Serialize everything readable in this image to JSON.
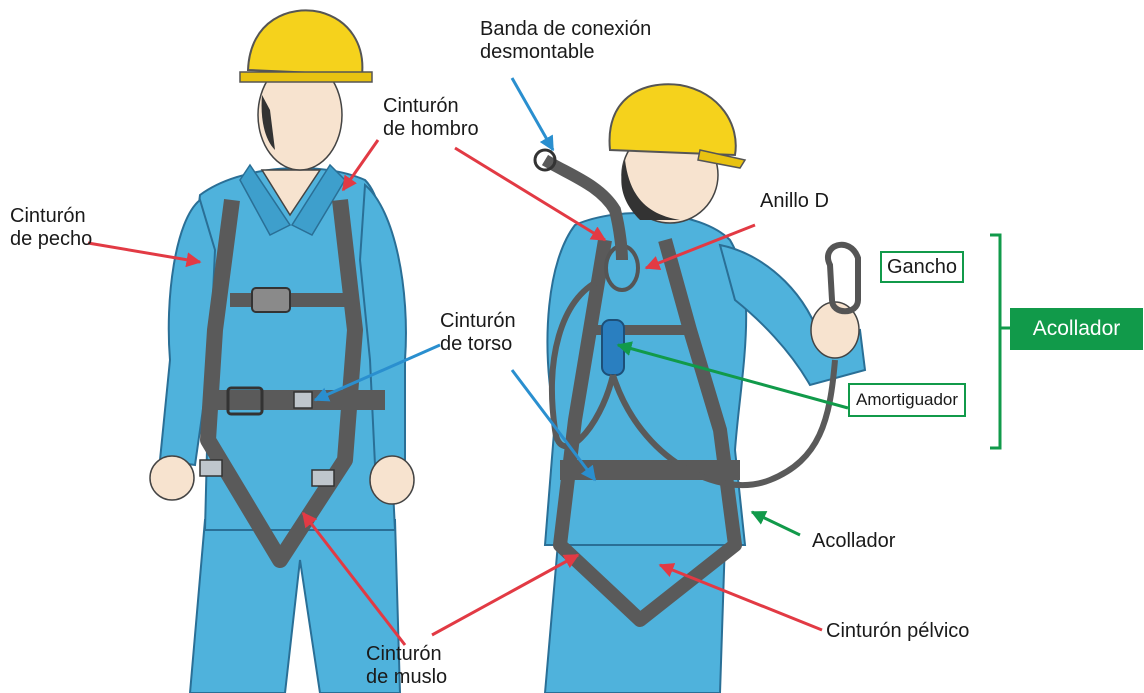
{
  "labels": {
    "banda": [
      "Banda de conexión",
      "desmontable"
    ],
    "hombro": [
      "Cinturón",
      "de hombro"
    ],
    "pecho": [
      "Cinturón",
      "de pecho"
    ],
    "anillo": "Anillo D",
    "torso": [
      "Cinturón",
      "de torso"
    ],
    "gancho": "Gancho",
    "acollador_box": "Acollador",
    "amortiguador": "Amortiguador",
    "acollador": "Acollador",
    "pelvico": "Cinturón pélvico",
    "muslo": [
      "Cinturón",
      "de muslo"
    ]
  },
  "colors": {
    "suit": "#4fb2dc",
    "suit_dark": "#2d86b6",
    "helmet": "#f5d21c",
    "strap": "#5a5a5a",
    "skin": "#f7e3cf",
    "red_arrow": "#e23a44",
    "blue_arrow": "#2a8fcf",
    "green_arrow": "#119a4a",
    "green_box": "#119a4a"
  }
}
